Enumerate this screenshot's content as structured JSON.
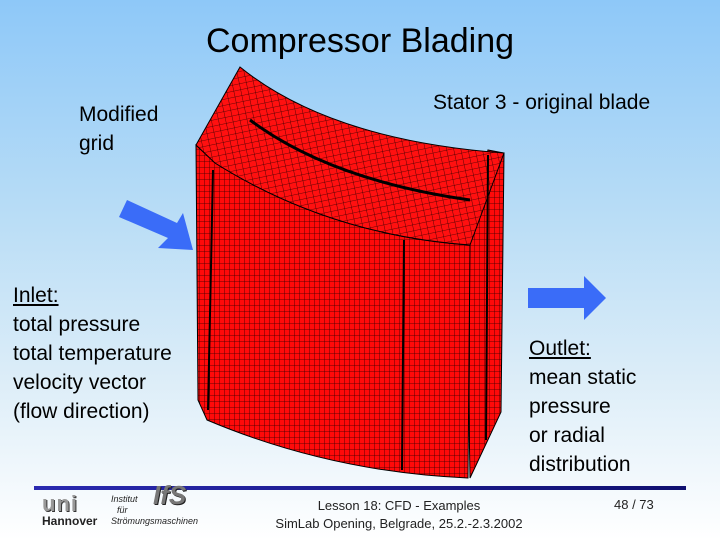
{
  "title": "Compressor Blading",
  "labels": {
    "modified_grid": [
      "Modified",
      "grid"
    ],
    "stator": "Stator 3 - original blade",
    "inlet": {
      "heading": "Inlet:",
      "lines": [
        "total pressure",
        "total temperature",
        "velocity vector",
        "(flow direction)"
      ]
    },
    "outlet": {
      "heading": "Outlet:",
      "lines": [
        "mean static",
        "pressure",
        "or radial",
        "distribution"
      ]
    }
  },
  "footer": {
    "logo_uni": "uni",
    "logo_city": "Hannover",
    "logo_institut": [
      "Institut",
      "für",
      "Strömungsmaschinen"
    ],
    "logo_ifs": "IfS",
    "lesson": "Lesson 18: CFD - Examples",
    "event": "SimLab Opening, Belgrade, 25.2.-2.3.2002",
    "page": "48 / 73"
  },
  "colors": {
    "mesh": "#ff0000",
    "arrow": "#3a6cf8",
    "rule": "#22229a"
  }
}
